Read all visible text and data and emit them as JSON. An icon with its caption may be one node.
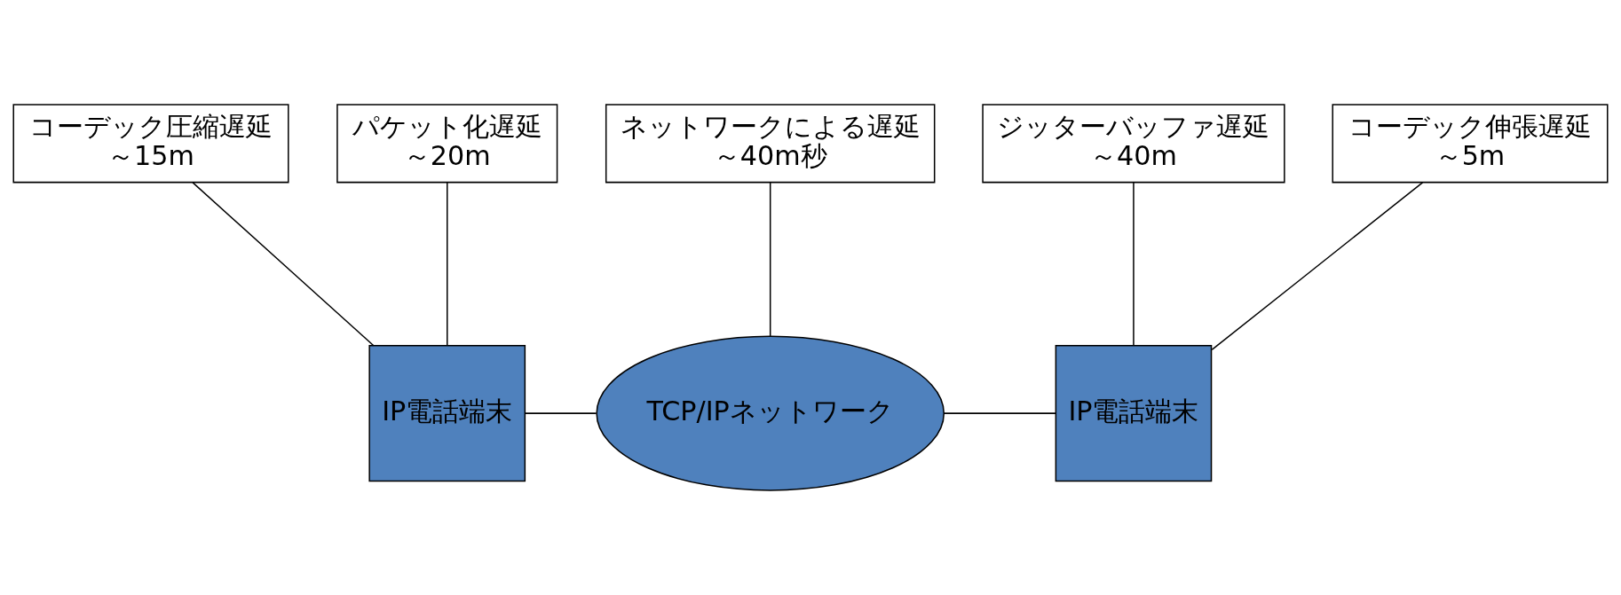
{
  "diagram": {
    "nodes": [
      {
        "text": [
          "IP電話端末"
        ]
      },
      {
        "text": [
          "TCP/IPネットワーク"
        ]
      },
      {
        "text": [
          "IP電話端末"
        ]
      },
      {
        "text": [
          "コーデック圧縮遅延",
          "～15m"
        ]
      },
      {
        "text": [
          "パケット化遅延",
          "～20m"
        ]
      },
      {
        "text": [
          "ネットワークによる遅延",
          "～40m秒"
        ]
      },
      {
        "text": [
          "ジッターバッファ遅延",
          "～40m"
        ]
      },
      {
        "text": [
          "コーデック伸張遅延",
          "～5m"
        ]
      }
    ],
    "edges": [
      {
        "from": 0,
        "to": 1,
        "arrow": "none"
      },
      {
        "from": 1,
        "to": 2,
        "arrow": "none"
      },
      {
        "from": 3,
        "to": 0,
        "arrow": "none"
      },
      {
        "from": 4,
        "to": 0,
        "arrow": "none"
      },
      {
        "from": 5,
        "to": 1,
        "arrow": "none"
      },
      {
        "from": 6,
        "to": 2,
        "arrow": "none"
      },
      {
        "from": 7,
        "to": 2,
        "arrow": "none"
      }
    ]
  }
}
